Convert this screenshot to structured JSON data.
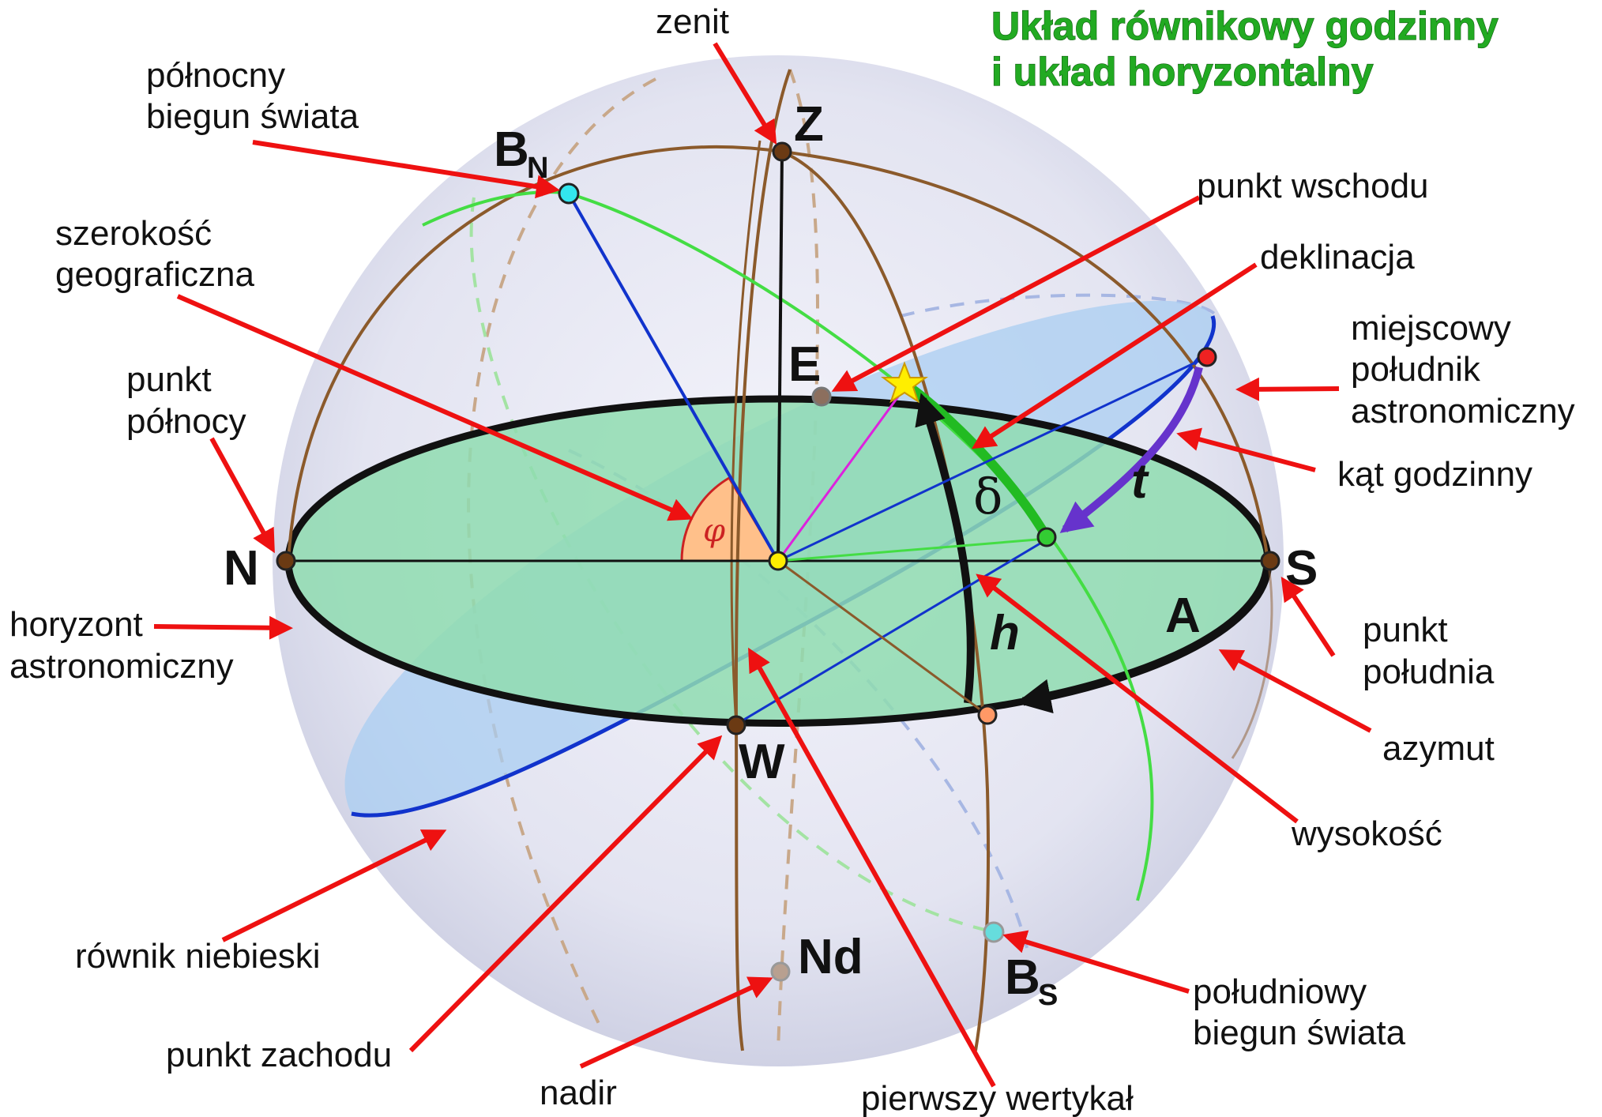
{
  "title": {
    "line1": "Układ równikowy godzinny",
    "line2": "i układ horyzontalny"
  },
  "points": {
    "zenith": "Z",
    "north_pole": "B",
    "north_pole_sub": "N",
    "south_pole": "B",
    "south_pole_sub": "S",
    "north": "N",
    "south": "S",
    "east": "E",
    "west": "W",
    "nadir": "Nd",
    "azimuth": "A"
  },
  "symbols": {
    "latitude": "φ",
    "declination": "δ",
    "hour_angle": "t",
    "altitude": "h"
  },
  "labels": {
    "zenit": "zenit",
    "polnocny_line1": "północny",
    "polnocny_line2": "biegun świata",
    "szerokosc_line1": "szerokość",
    "szerokosc_line2": "geograficzna",
    "punkt_polnocy_line1": "punkt",
    "punkt_polnocy_line2": "północy",
    "horyzont_line1": "horyzont",
    "horyzont_line2": "astronomiczny",
    "rownik": "równik niebieski",
    "punkt_zachodu": "punkt zachodu",
    "nadir": "nadir",
    "pierwszy_wertykal": "pierwszy wertykał",
    "poludniowy_line1": "południowy",
    "poludniowy_line2": "biegun świata",
    "punkt_wschodu": "punkt wschodu",
    "deklinacja": "deklinacja",
    "poludnik_line1": "miejscowy",
    "poludnik_line2": "południk",
    "poludnik_line3": "astronomiczny",
    "kat_godzinny": "kąt godzinny",
    "punkt_poludnia_line1": "punkt",
    "punkt_poludnia_line2": "południa",
    "azymut": "azymut",
    "wysokosc": "wysokość"
  },
  "colors": {
    "title": "#22aa22",
    "arrows": "#ee1111",
    "meridians": "#8b5a2b",
    "equator": "#1133cc",
    "horizon_fill": "#8fdcb0",
    "equator_fill": "#a9cdf2",
    "sphere": "#dfe0ef",
    "hour_circle": "#44dd44",
    "hour_angle_arc": "#6633cc",
    "star": "#ffee00"
  }
}
